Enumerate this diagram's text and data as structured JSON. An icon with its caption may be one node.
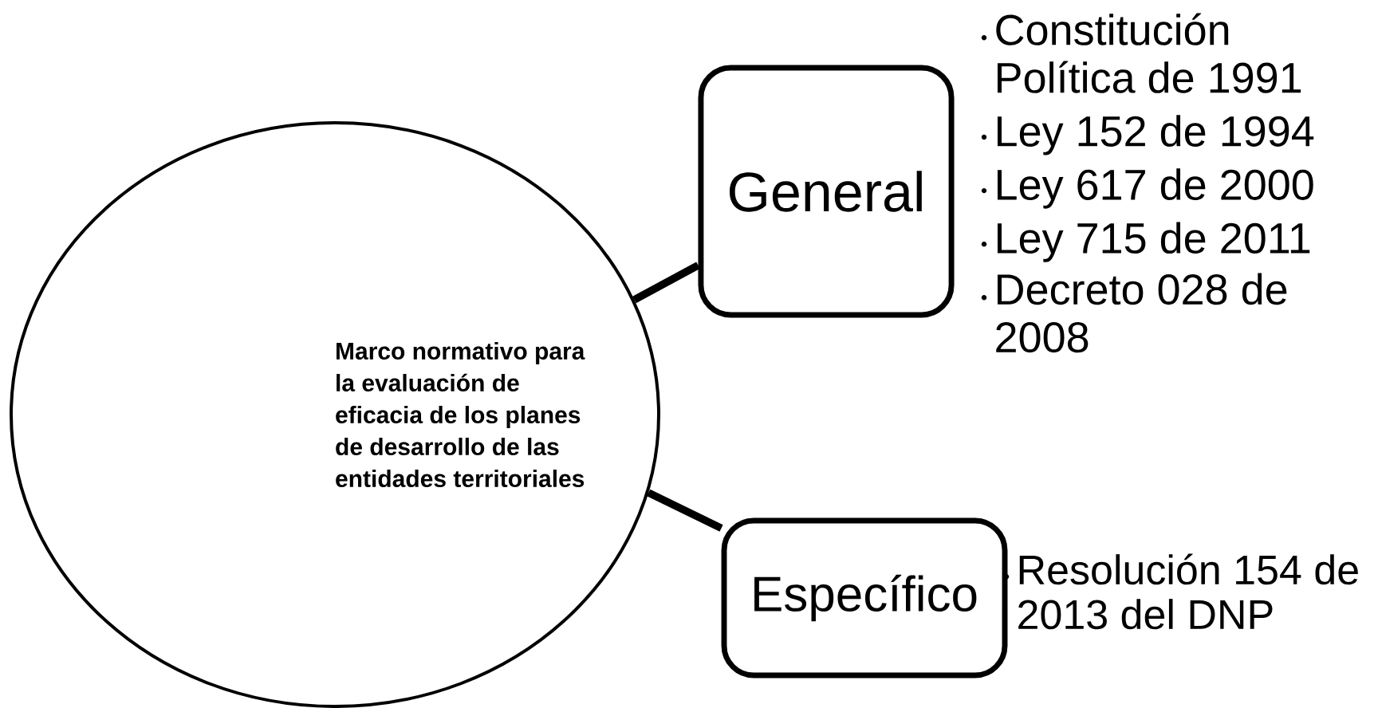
{
  "diagram": {
    "nodes": [
      {
        "text": [
          "Marco normativo para la evaluación de eficacia de los planes de desarrollo de las entidades territoriales"
        ]
      },
      {
        "text": [
          "General"
        ],
        "beside": [
          "Constitución Política de 1991",
          "Ley 152 de 1994",
          "Ley 617 de 2000",
          "Ley 715 de 2011",
          "Decreto 028 de 2008"
        ]
      },
      {
        "text": [
          "Específico"
        ],
        "beside": [
          "Resolución 154 de 2013 del DNP"
        ]
      }
    ],
    "edges": [
      {
        "from": 0,
        "to": 1,
        "arrow": "none"
      },
      {
        "from": 0,
        "to": 2,
        "arrow": "none"
      }
    ]
  }
}
